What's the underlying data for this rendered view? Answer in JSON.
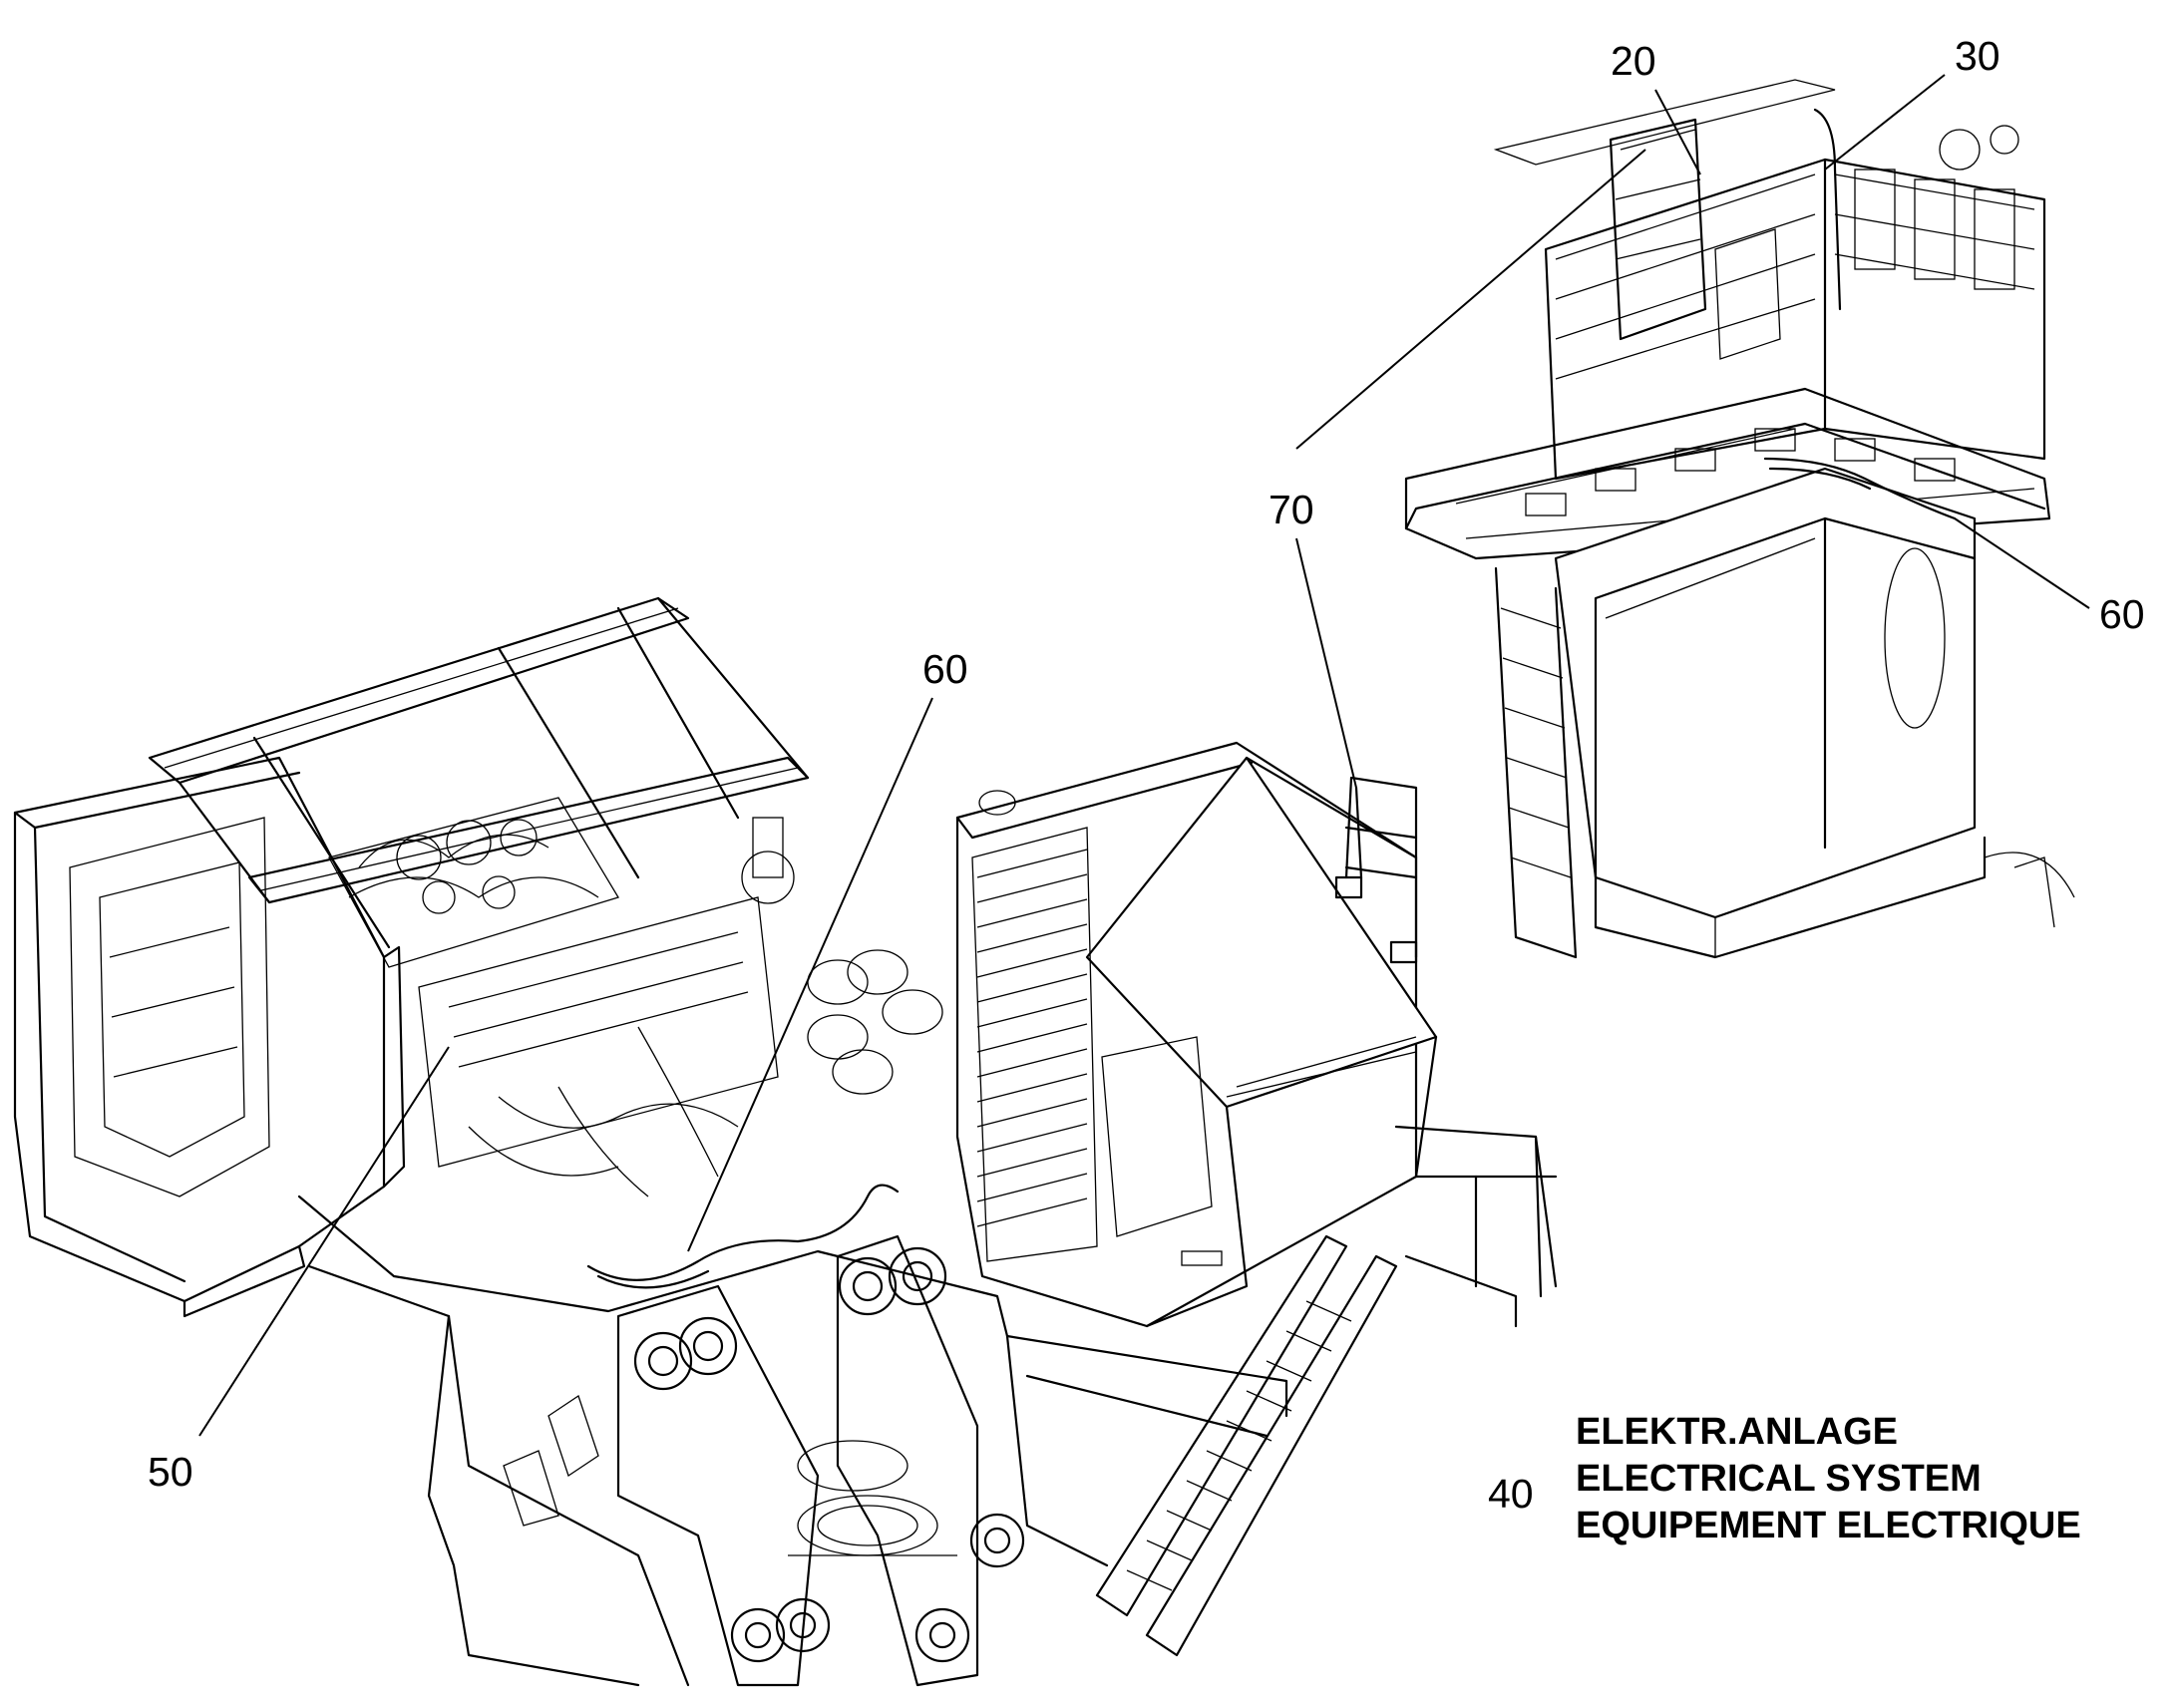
{
  "callouts": {
    "c20": "20",
    "c30": "30",
    "c70": "70",
    "c60_right": "60",
    "c60_left": "60",
    "c50": "50",
    "c40": "40"
  },
  "title": {
    "line1": "ELEKTR.ANLAGE",
    "line2": "ELECTRICAL SYSTEM",
    "line3": "EQUIPEMENT ELECTRIQUE"
  }
}
